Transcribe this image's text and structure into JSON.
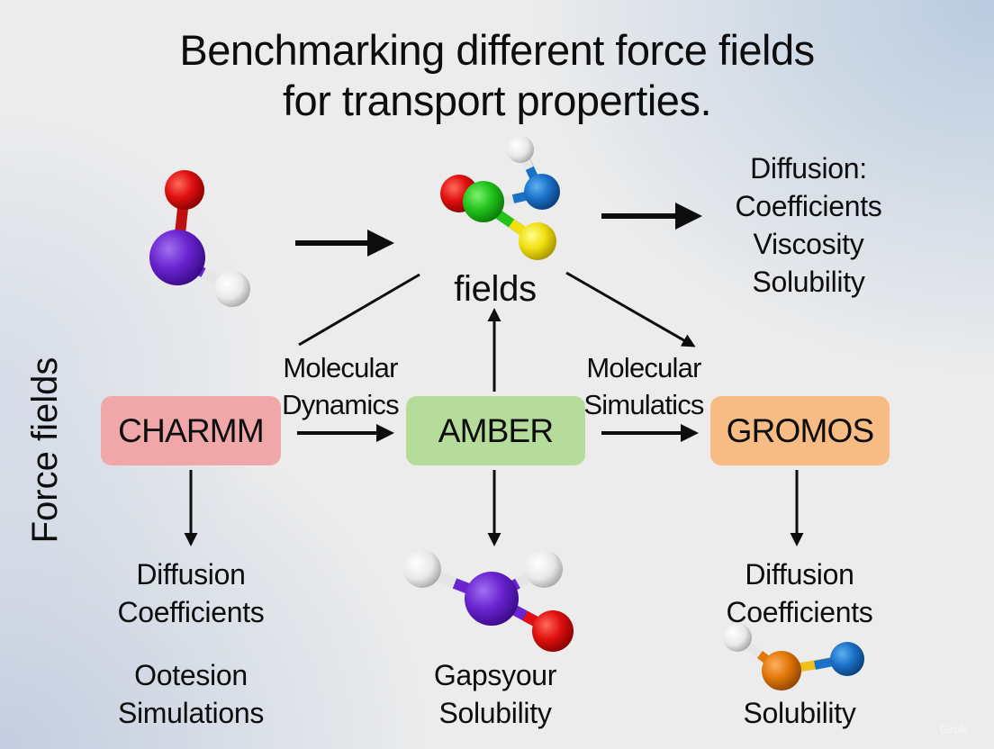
{
  "title": {
    "line1": "Benchmarking different force fields",
    "line2": "for transport properties."
  },
  "side_label": "Force fields",
  "center_label": "fields",
  "top_right_list": {
    "line1": "Diffusion:",
    "line2": "Coefficients",
    "line3": "Viscosity",
    "line4": "Solubility"
  },
  "edge_labels": {
    "left": {
      "line1": "Molecular",
      "line2": "Dynamics"
    },
    "right": {
      "line1": "Molecular",
      "line2": "Simulatics"
    }
  },
  "boxes": [
    {
      "label": "CHARMM",
      "color": "#f0a7a9"
    },
    {
      "label": "AMBER",
      "color": "#b5dc9a"
    },
    {
      "label": "GROMOS",
      "color": "#f6bc84"
    }
  ],
  "outputs": {
    "charmm": {
      "line1": "Diffusion",
      "line2": "Coefficients",
      "line3": "Ootesion",
      "line4": "Simulations"
    },
    "amber": {
      "line1": "Gapsyour",
      "line2": "Solubility"
    },
    "gromos": {
      "line1": "Diffusion",
      "line2": "Coefficients",
      "line3": "Solubility"
    }
  },
  "molecules": [
    {
      "name": "top-left-molecule",
      "atoms": [
        "purple",
        "red",
        "white"
      ]
    },
    {
      "name": "top-center-molecule",
      "atoms": [
        "green",
        "red",
        "blue",
        "white",
        "yellow"
      ]
    },
    {
      "name": "bottom-center-molecule",
      "atoms": [
        "purple",
        "white",
        "white",
        "red"
      ]
    },
    {
      "name": "bottom-right-molecule",
      "atoms": [
        "orange",
        "white",
        "blue"
      ]
    }
  ],
  "atom_colors": {
    "red": "#e01010",
    "purple": "#6a24d0",
    "white": "#f2f2f2",
    "green": "#22c41c",
    "blue": "#1a72c8",
    "yellow": "#f0e010",
    "orange": "#e07808"
  },
  "watermark": "Grok"
}
